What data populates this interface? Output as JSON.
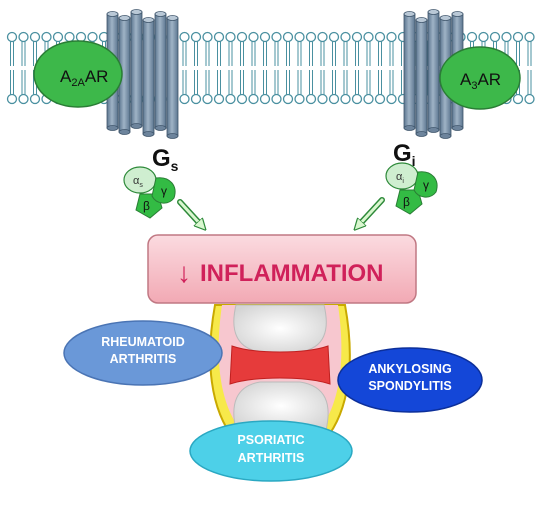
{
  "receptors": {
    "left": {
      "main": "A",
      "sub": "2A",
      "suffix": "AR"
    },
    "right": {
      "main": "A",
      "sub": "3",
      "suffix": "AR"
    }
  },
  "g_proteins": {
    "left": {
      "main": "G",
      "sub": "s",
      "alpha": "α",
      "alpha_sub": "s",
      "beta": "β",
      "gamma": "γ"
    },
    "right": {
      "main": "G",
      "sub": "i",
      "alpha": "α",
      "alpha_sub": "i",
      "beta": "β",
      "gamma": "γ"
    }
  },
  "effect": {
    "arrow": "↓",
    "label": "INFLAMMATION"
  },
  "diseases": {
    "rheumatoid": {
      "line1": "RHEUMATOID",
      "line2": "ARTHRITIS"
    },
    "ankylosing": {
      "line1": "ANKYLOSING",
      "line2": "SPONDYLITIS"
    },
    "psoriatic": {
      "line1": "PSORIATIC",
      "line2": "ARTHRITIS"
    }
  },
  "colors": {
    "membrane": "#4a90a0",
    "helix": "#7f96b0",
    "receptor_fill": "#3db84a",
    "g_alpha": "#cfeed0",
    "g_beta_gamma": "#33bb44",
    "banner": "#f6c0c8",
    "banner_text": "#d0215a",
    "rheumatoid": "#6a98d8",
    "ankylosing": "#1447d8",
    "psoriatic": "#4dd0e8"
  }
}
